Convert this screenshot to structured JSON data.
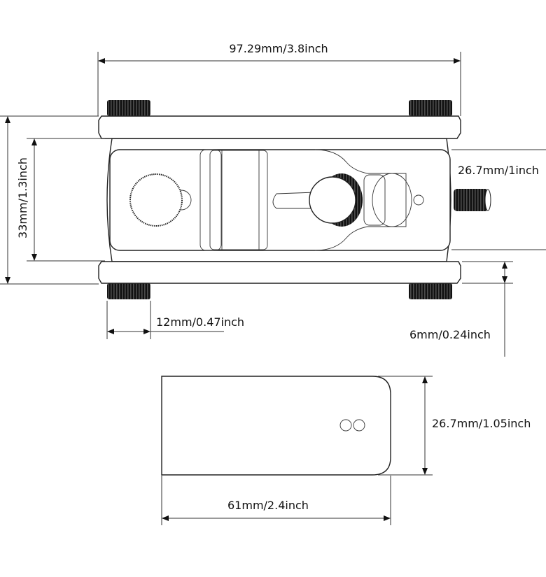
{
  "dimensions": {
    "overall_length": "97.29mm/3.8inch",
    "overall_height": "33mm/1.3inch",
    "body_width": "26.7mm/1inch",
    "roller_width": "12mm/0.47inch",
    "rail_thickness": "6mm/0.24inch",
    "blade_width": "26.7mm/1.05inch",
    "blade_length": "61mm/2.4inch"
  },
  "colors": {
    "line": "#333333",
    "knurl": "#111111"
  }
}
